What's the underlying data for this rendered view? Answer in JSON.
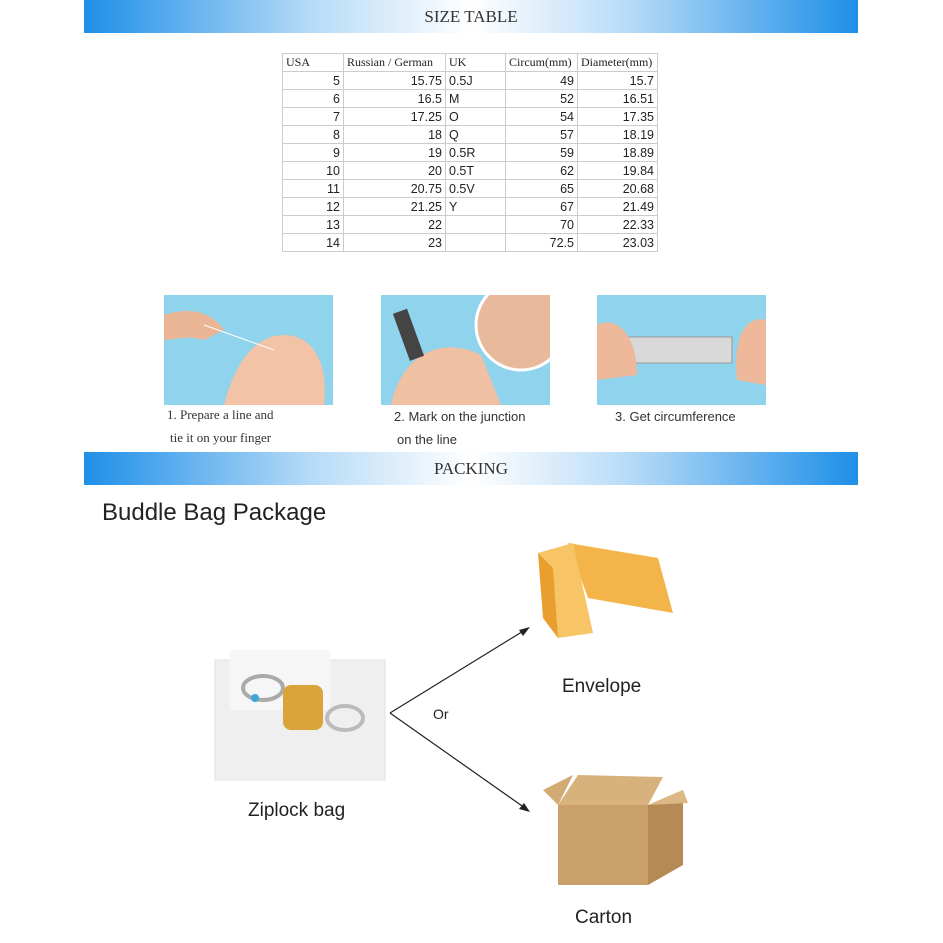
{
  "size_banner": "SIZE TABLE",
  "table": {
    "headers": [
      "USA",
      "Russian / German",
      "UK",
      "Circum(mm)",
      "Diameter(mm)"
    ],
    "rows": [
      [
        "5",
        "15.75",
        "0.5J",
        "49",
        "15.7"
      ],
      [
        "6",
        "16.5",
        "M",
        "52",
        "16.51"
      ],
      [
        "7",
        "17.25",
        "O",
        "54",
        "17.35"
      ],
      [
        "8",
        "18",
        "Q",
        "57",
        "18.19"
      ],
      [
        "9",
        "19",
        "0.5R",
        "59",
        "18.89"
      ],
      [
        "10",
        "20",
        "0.5T",
        "62",
        "19.84"
      ],
      [
        "11",
        "20.75",
        "0.5V",
        "65",
        "20.68"
      ],
      [
        "12",
        "21.25",
        "Y",
        "67",
        "21.49"
      ],
      [
        "13",
        "22",
        "",
        "70",
        "22.33"
      ],
      [
        "14",
        "23",
        "",
        "72.5",
        "23.03"
      ]
    ]
  },
  "steps": [
    {
      "line1": "1. Prepare a line and",
      "line2": "tie it on your finger"
    },
    {
      "line1": "2. Mark on the junction",
      "line2": "on the line"
    },
    {
      "line1": "3. Get circumference",
      "line2": ""
    }
  ],
  "packing_banner": "PACKING",
  "package_title": "Buddle Bag Package",
  "labels": {
    "ziplock": "Ziplock bag",
    "or": "Or",
    "envelope": "Envelope",
    "carton": "Carton"
  },
  "colors": {
    "banner": "#1e8fe8",
    "envelope": "#f3b54a",
    "carton": "#c9a06a"
  }
}
